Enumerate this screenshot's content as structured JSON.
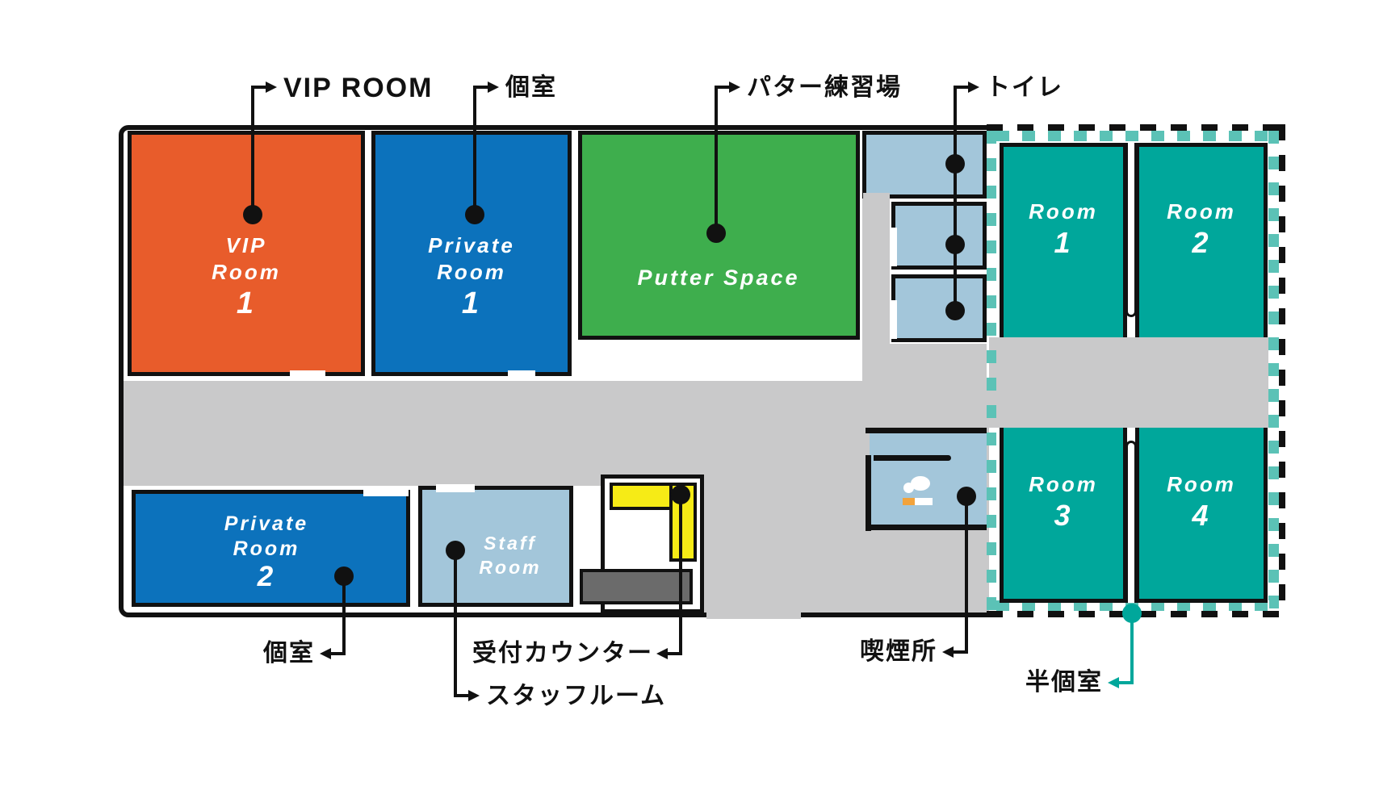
{
  "colors": {
    "wall_black": "#111111",
    "corridor_gray": "#C9C9CA",
    "vip_orange": "#E85C2B",
    "private_blue": "#0C72BC",
    "putter_green": "#3EAE4D",
    "half_room_teal": "#00A79B",
    "teal_checker": "#5BC2B6",
    "service_lightblue": "#A3C6DA",
    "counter_yellow": "#F6EB16",
    "mat_darkgray": "#6B6B6B",
    "cigarette_tip_orange": "#F2A33C"
  },
  "callouts": {
    "vip_room": {
      "label": "VIP ROOM"
    },
    "private_top": {
      "label": "個室"
    },
    "putter": {
      "label": "パター練習場"
    },
    "toilet": {
      "label": "トイレ"
    },
    "private_bottom": {
      "label": "個室"
    },
    "staff": {
      "label": "スタッフルーム"
    },
    "reception": {
      "label": "受付カウンター"
    },
    "smoking": {
      "label": "喫煙所"
    },
    "semi_private": {
      "label": "半個室"
    }
  },
  "rooms": {
    "vip1": {
      "line1": "VIP",
      "line2": "Room",
      "number": "1"
    },
    "private1": {
      "line1": "Private",
      "line2": "Room",
      "number": "1"
    },
    "putter": {
      "name": "Putter Space"
    },
    "private2": {
      "line1": "Private",
      "line2": "Room",
      "number": "2"
    },
    "staff": {
      "line1": "Staff",
      "line2": "Room"
    },
    "half1": {
      "line1": "Room",
      "number": "1"
    },
    "half2": {
      "line1": "Room",
      "number": "2"
    },
    "half3": {
      "line1": "Room",
      "number": "3"
    },
    "half4": {
      "line1": "Room",
      "number": "4"
    }
  },
  "icons": {
    "smoking_area": "cigarette-icon"
  }
}
